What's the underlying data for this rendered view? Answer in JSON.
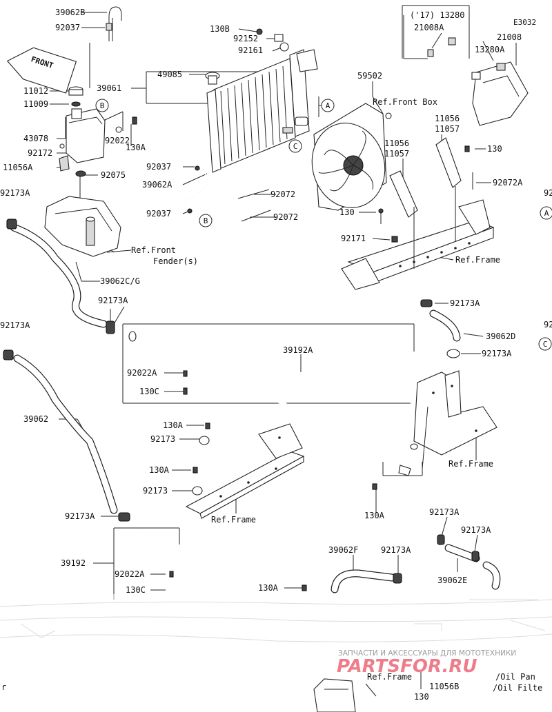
{
  "labels": {
    "l_39062B": "39062B",
    "l_92037_a": "92037",
    "l_11012": "11012",
    "l_11009": "11009",
    "l_43078": "43078",
    "l_92172": "92172",
    "l_11056A": "11056A",
    "l_92022_a": "92022",
    "l_130A_a": "130A",
    "l_92075": "92075",
    "l_92173A_a": "92173A",
    "l_130B": "130B",
    "l_92152": "92152",
    "l_92161": "92161",
    "l_49085": "49085",
    "l_39061": "39061",
    "l_92037_b": "92037",
    "l_39062A": "39062A",
    "l_92037_c": "92037",
    "l_92072_a": "92072",
    "l_92072_b": "92072",
    "l_17_13280": "('17) 13280",
    "l_21008A": "21008A",
    "l_E3032": "E3032",
    "l_21008": "21008",
    "l_13280A": "13280A",
    "l_59502": "59502",
    "l_ref_front_box": "Ref.Front Box",
    "l_11056_a": "11056",
    "l_11057_a": "11057",
    "l_11056_b": "11056",
    "l_11057_b": "11057",
    "l_130_a": "130",
    "l_92072A": "92072A",
    "l_130_b": "130",
    "l_92171": "92171",
    "l_ref_frame_a": "Ref.Frame",
    "l_ref_front": "Ref.Front",
    "l_fenders": "Fender(s)",
    "l_39062CG": "39062C/G",
    "l_92173A_b": "92173A",
    "l_92173A_c": "92173A",
    "l_39192A": "39192A",
    "l_39062D": "39062D",
    "l_92173A_d": "92173A",
    "l_92173A_e": "92173A",
    "l_92022A_a": "92022A",
    "l_130C_a": "130C",
    "l_39062": "39062",
    "l_130A_b": "130A",
    "l_92173_a": "92173",
    "l_130A_c": "130A",
    "l_92173_b": "92173",
    "l_ref_frame_b": "Ref.Frame",
    "l_ref_frame_c": "Ref.Frame",
    "l_130A_d": "130A",
    "l_92173A_f": "92173A",
    "l_39192": "39192",
    "l_92022A_b": "92022A",
    "l_130C_b": "130C",
    "l_130A_e": "130A",
    "l_39062F": "39062F",
    "l_92173A_g": "92173A",
    "l_92173A_h": "92173A",
    "l_92173A_i": "92173A",
    "l_39062E": "39062E",
    "l_130_c": "130",
    "l_11056B": "11056B",
    "l_ref_frame_d": "Ref.Frame",
    "l_oil_pan": "/Oil Pan",
    "l_oil_filter": "/Oil Filte",
    "l_edge_92_a": "92",
    "l_edge_92_b": "92",
    "l_edge_r": "r"
  },
  "callouts": {
    "A": "A",
    "B": "B",
    "C": "C"
  },
  "front_mark": "FRONT",
  "watermark": {
    "tagline": "ЗАПЧАСТИ И АКСЕССУАРЫ ДЛЯ МОТОТЕХНИКИ",
    "brand": "PARTSFOR.RU"
  },
  "colors": {
    "line": "#222222",
    "watermark_red": "#e8475a",
    "watermark_gray": "#9a9a9a"
  }
}
